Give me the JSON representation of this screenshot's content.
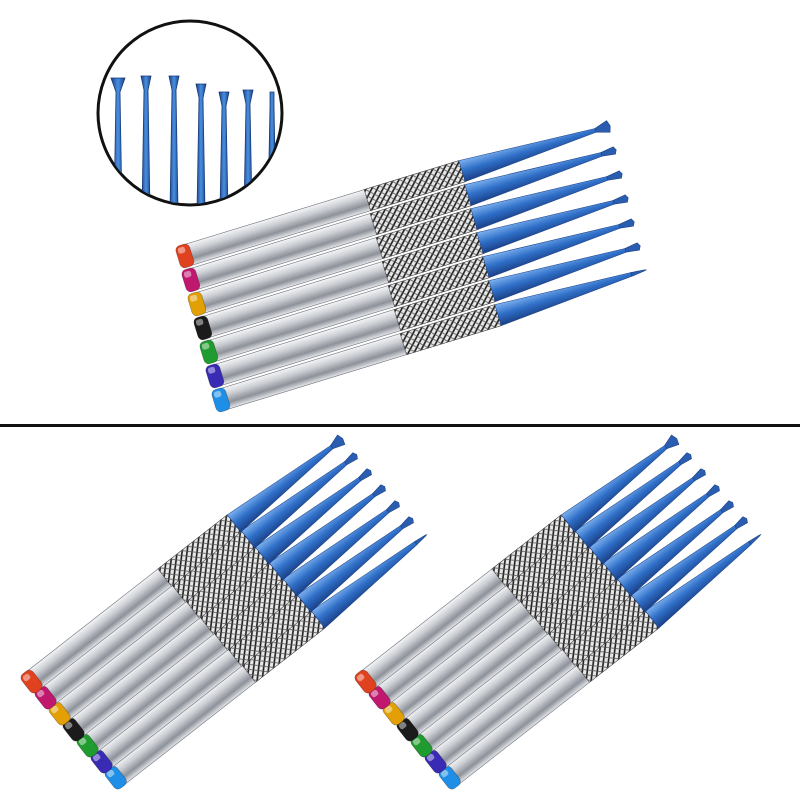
{
  "background": "#ffffff",
  "divider_color": "#111111",
  "blue_metal": "#2f6fc8",
  "steel": "#c9ccd1",
  "cap_colors": [
    "#e0421f",
    "#c0186f",
    "#e2a006",
    "#1b1b1b",
    "#1f9b2f",
    "#3a2bb5",
    "#1f8ee6"
  ],
  "tip_shapes": [
    "flat-wide",
    "flat-curved",
    "flat-curved",
    "flat-narrow",
    "flat-narrow",
    "flat-narrow",
    "pointed"
  ],
  "sets": [
    {
      "name": "set-top",
      "count": 7
    },
    {
      "name": "set-bottom-left",
      "count": 7
    },
    {
      "name": "set-bottom-right",
      "count": 7
    }
  ],
  "inset": {
    "name": "tip-closeup-circle",
    "count": 7
  }
}
